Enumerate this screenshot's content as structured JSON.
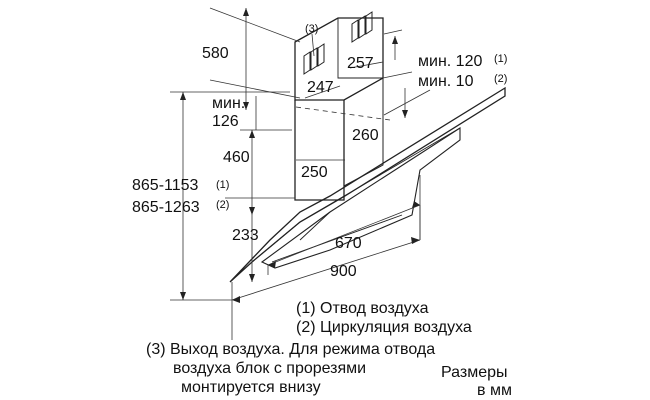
{
  "dimensions": {
    "d580": "580",
    "d257": "257",
    "d247": "247",
    "min_label": "мин.",
    "d126": "126",
    "d460": "460",
    "d260": "260",
    "d250": "250",
    "d865_1153": "865-1153",
    "d865_1263": "865-1263",
    "d233": "233",
    "d670": "670",
    "d900": "900",
    "min120": "мин. 120",
    "min10": "мин. 10"
  },
  "refs": {
    "r1": "(1)",
    "r2": "(2)",
    "r3": "(3)"
  },
  "legend": {
    "line1": "(1) Отвод воздуха",
    "line2": "(2) Циркуляция воздуха",
    "line3a": "(3) Выход воздуха. Для режима отвода",
    "line3b": "воздуха блок с прорезями",
    "line3c": "монтируется внизу"
  },
  "units": {
    "line1": "Размеры",
    "line2": "в мм"
  }
}
